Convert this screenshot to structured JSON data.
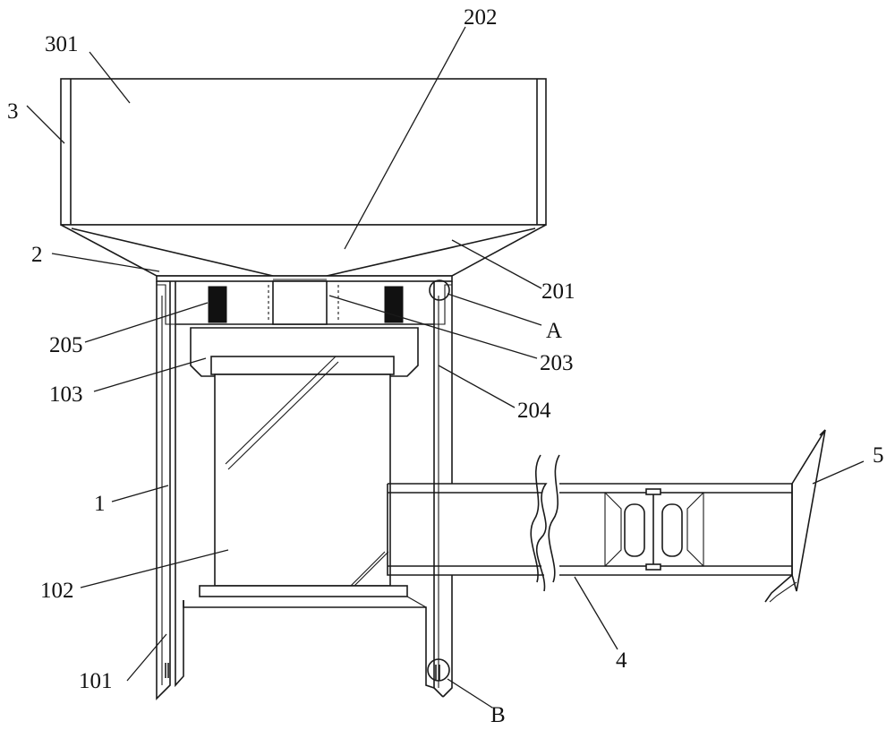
{
  "labels": {
    "l301": "301",
    "l3": "3",
    "l202": "202",
    "l2": "2",
    "l201": "201",
    "lA": "A",
    "l205": "205",
    "l203": "203",
    "l103": "103",
    "l204": "204",
    "l1": "1",
    "l5": "5",
    "l102": "102",
    "l4": "4",
    "l101": "101",
    "lB": "B"
  },
  "colors": {
    "line": "#1a1a1a",
    "seal_block": "#111111",
    "background": "#ffffff"
  }
}
